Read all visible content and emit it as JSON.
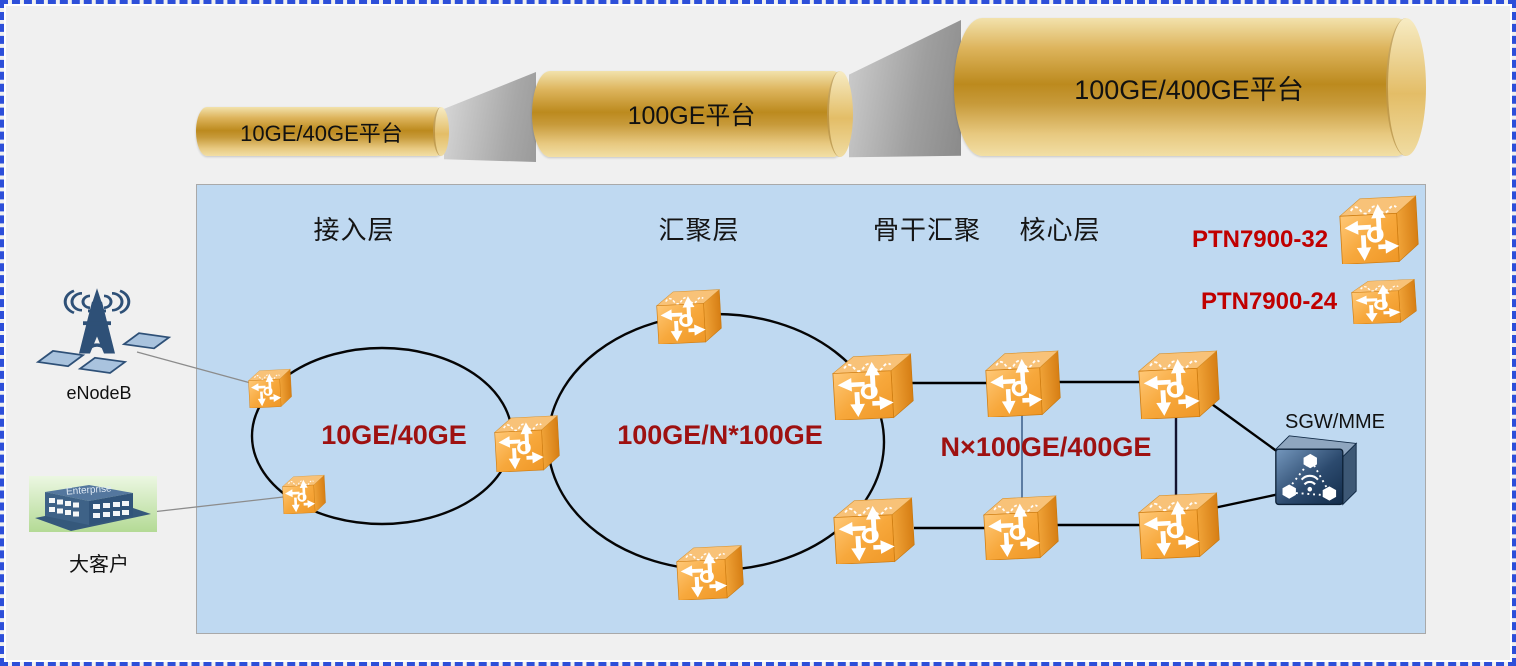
{
  "platforms": [
    "10GE/40GE平台",
    "100GE平台",
    "100GE/400GE平台"
  ],
  "layers": [
    "接入层",
    "汇聚层",
    "骨干汇聚",
    "核心层"
  ],
  "ring_labels": {
    "access": "10GE/40GE",
    "aggregation": "100GE/N*100GE",
    "backbone": "N×100GE/400GE"
  },
  "products": [
    "PTN7900-32",
    "PTN7900-24"
  ],
  "endpoints": {
    "enodeb": "eNodeB",
    "enterprise": "大客户",
    "enterprise_sign": "Enterprise",
    "core_gateway": "SGW/MME"
  },
  "icons": {
    "router": "ptn-router-3d-icon",
    "base_station": "enodeb-tower-icon",
    "enterprise": "enterprise-building-icon",
    "gateway": "sgw-mme-node-icon"
  },
  "colors": {
    "panel_blue": "#bfd9f1",
    "ring_label_red": "#9e1111",
    "product_label_red": "#c00000",
    "cylinder_gold_dark": "#bc8a1e",
    "cylinder_gold_light": "#f2e2ac",
    "router_orange": "#f5a33a",
    "link_black": "#000000",
    "link_gray": "#8c8c8c",
    "link_slate": "#5b7ca3"
  }
}
